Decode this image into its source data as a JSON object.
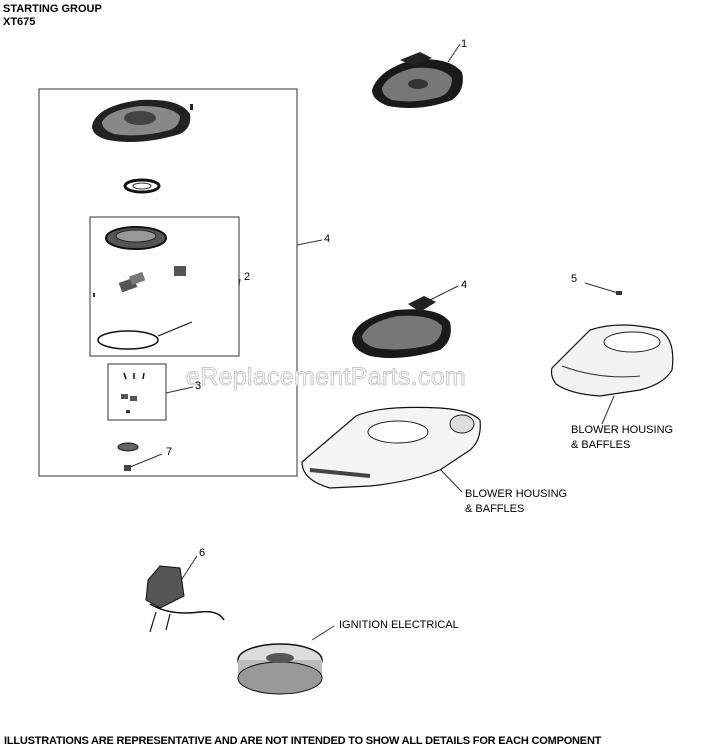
{
  "header": {
    "title": "STARTING GROUP",
    "model": "XT675"
  },
  "watermark": "eReplacementParts.com",
  "callouts": {
    "c1": "1",
    "c2": "2",
    "c3": "3",
    "c4a": "4",
    "c4b": "4",
    "c5": "5",
    "c6": "6",
    "c7": "7"
  },
  "labels": {
    "blower_right_line1": "BLOWER HOUSING",
    "blower_right_line2": "& BAFFLES",
    "blower_center_line1": "BLOWER HOUSING",
    "blower_center_line2": "& BAFFLES",
    "ignition": "IGNITION ELECTRICAL"
  },
  "footer": "ILLUSTRATIONS ARE REPRESENTATIVE AND ARE NOT INTENDED TO SHOW ALL DETAILS FOR EACH COMPONENT"
}
